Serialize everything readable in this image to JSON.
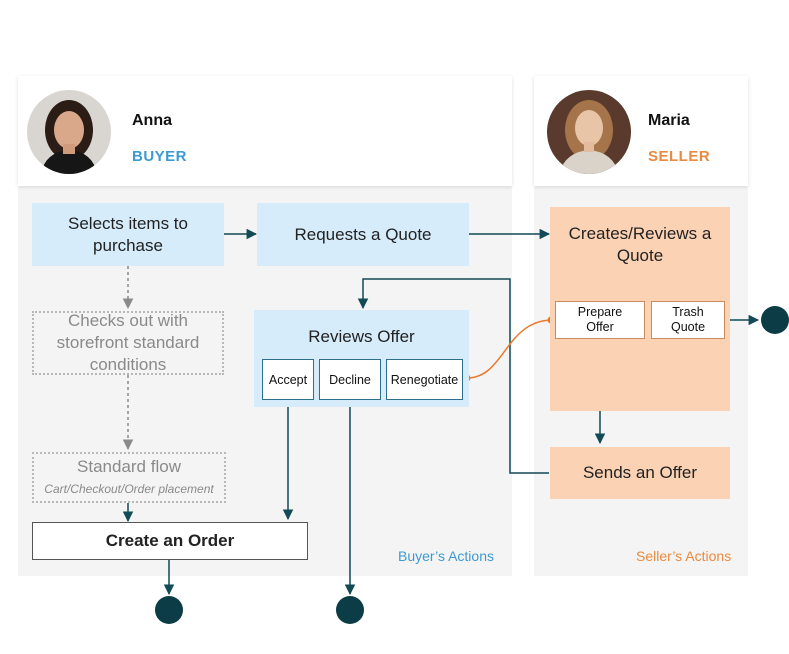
{
  "buyer": {
    "name": "Anna",
    "role": "BUYER",
    "lane_label": "Buyer’s Actions",
    "steps": {
      "select_items": "Selects items to purchase",
      "request_quote": "Requests a Quote",
      "checkout_storefront": "Checks out with storefront standard conditions",
      "standard_flow": "Standard flow",
      "standard_flow_sub": "Cart/Checkout/Order placement",
      "create_order": "Create an Order",
      "reviews_offer": "Reviews Offer",
      "accept": "Accept",
      "decline": "Decline",
      "renegotiate": "Renegotiate"
    }
  },
  "seller": {
    "name": "Maria",
    "role": "SELLER",
    "lane_label": "Seller’s Actions",
    "steps": {
      "creates_reviews_quote": "Creates/Reviews a Quote",
      "prepare_offer": "Prepare Offer",
      "trash_quote": "Trash Quote",
      "sends_offer": "Sends an Offer"
    }
  },
  "colors": {
    "buyer_accent": "#3d9ad1",
    "seller_accent": "#ea8a3f",
    "arrow": "#124a55",
    "renegotiate_arrow": "#ea7a2f",
    "end_node": "#0c3c45"
  }
}
